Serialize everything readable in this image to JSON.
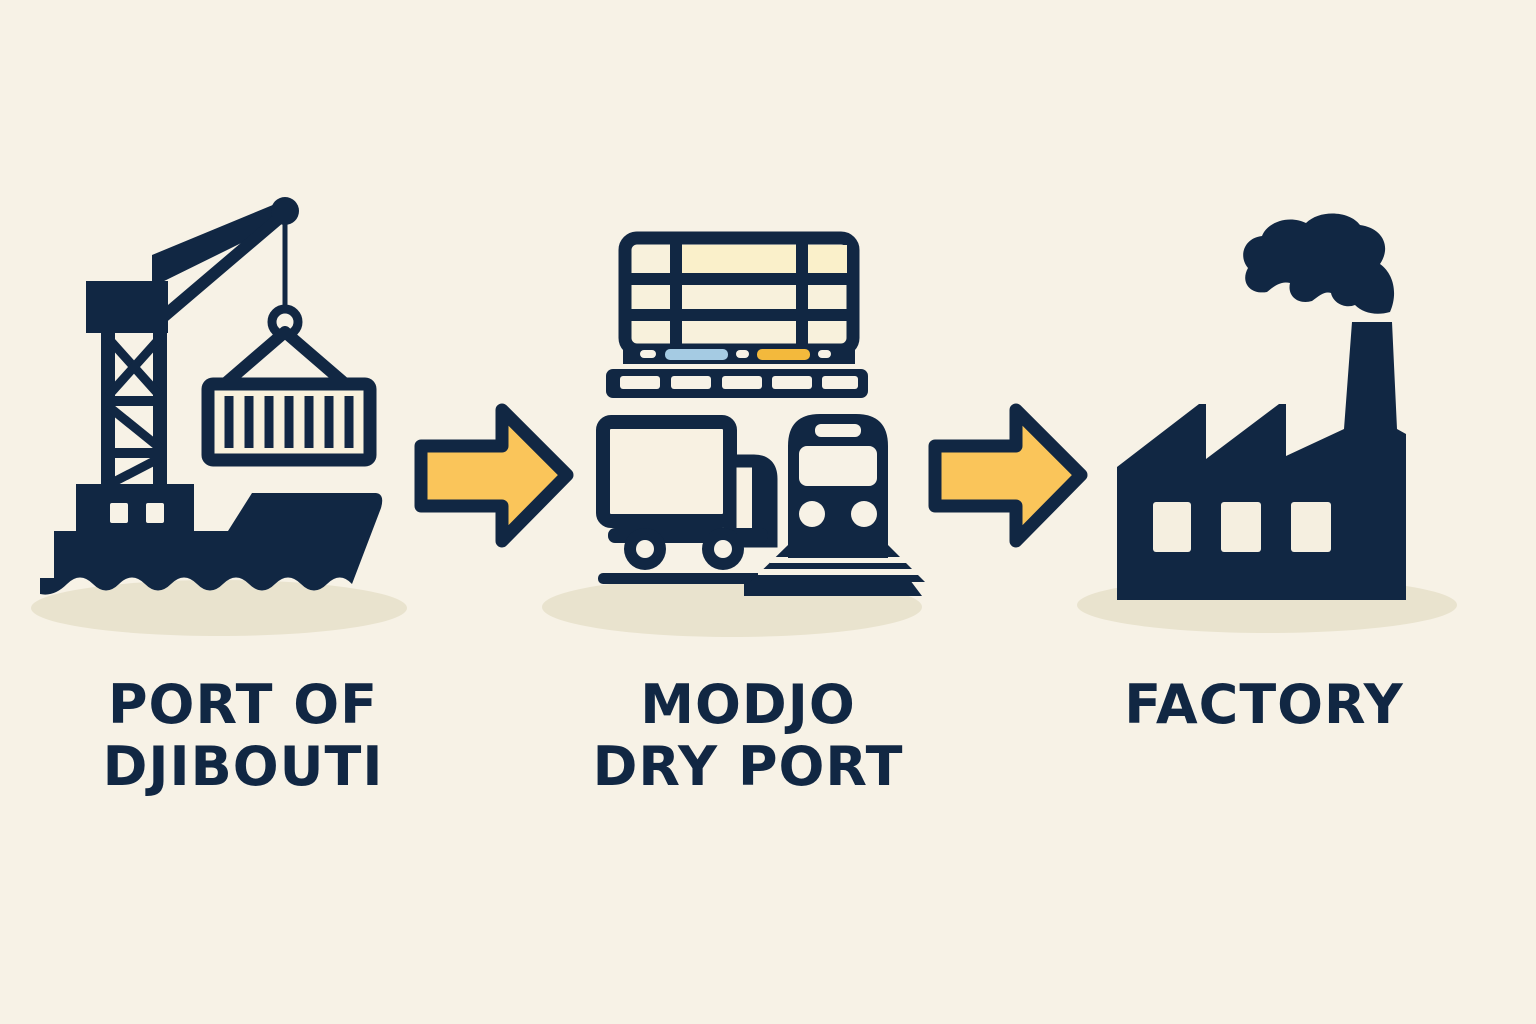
{
  "title": "Port of Djibouti to Modjo Dry Port to Factory logistics flow",
  "colors": {
    "background": "#F7F2E6",
    "ink_navy": "#112743",
    "arrow_yellow": "#FAC55A",
    "shadow_beige": "#E9E3CE",
    "pallet_strip_blue": "#A5CBE3",
    "pallet_strip_yellow": "#F3B93C",
    "panel_cream": "#F8F1DC"
  },
  "flow": {
    "nodes": [
      {
        "id": "port-of-djibouti",
        "icon": "ship-and-crane-icon",
        "label_lines": [
          "PORT OF",
          "DJIBOUTI"
        ]
      },
      {
        "id": "modjo-dry-port",
        "icon": "truck-train-pallet-icon",
        "label_lines": [
          "MODJO",
          "DRY PORT"
        ]
      },
      {
        "id": "factory",
        "icon": "factory-icon",
        "label_lines": [
          "FACTORY"
        ]
      }
    ],
    "arrows": [
      {
        "from": "port-of-djibouti",
        "to": "modjo-dry-port",
        "direction": "right"
      },
      {
        "from": "modjo-dry-port",
        "to": "factory",
        "direction": "right"
      }
    ]
  }
}
